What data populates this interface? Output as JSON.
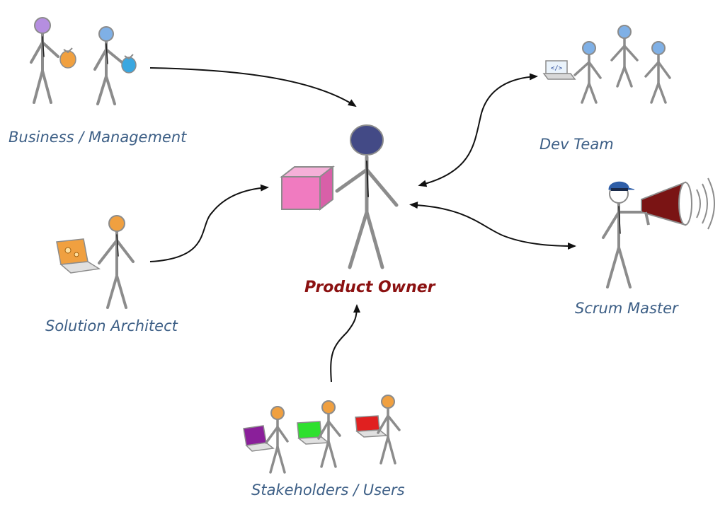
{
  "roles": {
    "business_management": "Business / Management",
    "dev_team": "Dev Team",
    "product_owner": "Product Owner",
    "solution_architect": "Solution Architect",
    "scrum_master": "Scrum Master",
    "stakeholders_users": "Stakeholders / Users"
  },
  "colors": {
    "label_text": "#3d5f86",
    "center_label_text": "#8b1111",
    "body_stroke": "#8c8c8c",
    "product_owner_head": "#434a86",
    "backlog_box": "#f07bc0",
    "head_blue": "#7fb0e6",
    "head_orange": "#f0a040",
    "head_purple": "#b58ee0",
    "laptop_purple": "#8a1f9a",
    "laptop_green": "#2ee02e",
    "laptop_red": "#e02020",
    "megaphone": "#7a1414"
  }
}
